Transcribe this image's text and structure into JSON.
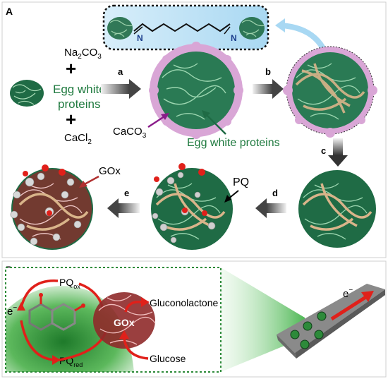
{
  "panel_a": {
    "label": "A",
    "reagent_1": "Na",
    "reagent_1_sub": "2",
    "reagent_1_tail": "CO",
    "reagent_1_sub2": "3",
    "plus_1": "+",
    "egg_1": "Egg white",
    "egg_2": "proteins",
    "plus_2": "+",
    "reagent_2": "CaCl",
    "reagent_2_sub": "2",
    "step_a": "a",
    "step_b": "b",
    "step_c": "c",
    "step_d": "d",
    "step_e": "e",
    "caco3": "CaCO",
    "caco3_sub": "3",
    "egg_label": "Egg white proteins",
    "gox_label": "GOx",
    "pq_label": "PQ",
    "crosslinker_n1": "N",
    "crosslinker_n2": "N"
  },
  "panel_b": {
    "label": "B",
    "electron": "e",
    "electron_sup": "−",
    "pq_ox": "PQ",
    "pq_ox_sub": "ox",
    "pq_red": "PQ",
    "pq_red_sub": "red",
    "gox": "GOx",
    "gluconolactone": "Gluconolactone",
    "glucose": "Glucose",
    "electron_right": "e",
    "electron_right_sup": "−"
  },
  "colors": {
    "protein_green": "#1f6b45",
    "label_green": "#1f7a3f",
    "pink": "#d9a6d6",
    "gox_red": "#b03030",
    "arrow_red": "#e0201a",
    "dotted_green": "#2e8b3a",
    "linker_tan": "#d9b48a"
  }
}
